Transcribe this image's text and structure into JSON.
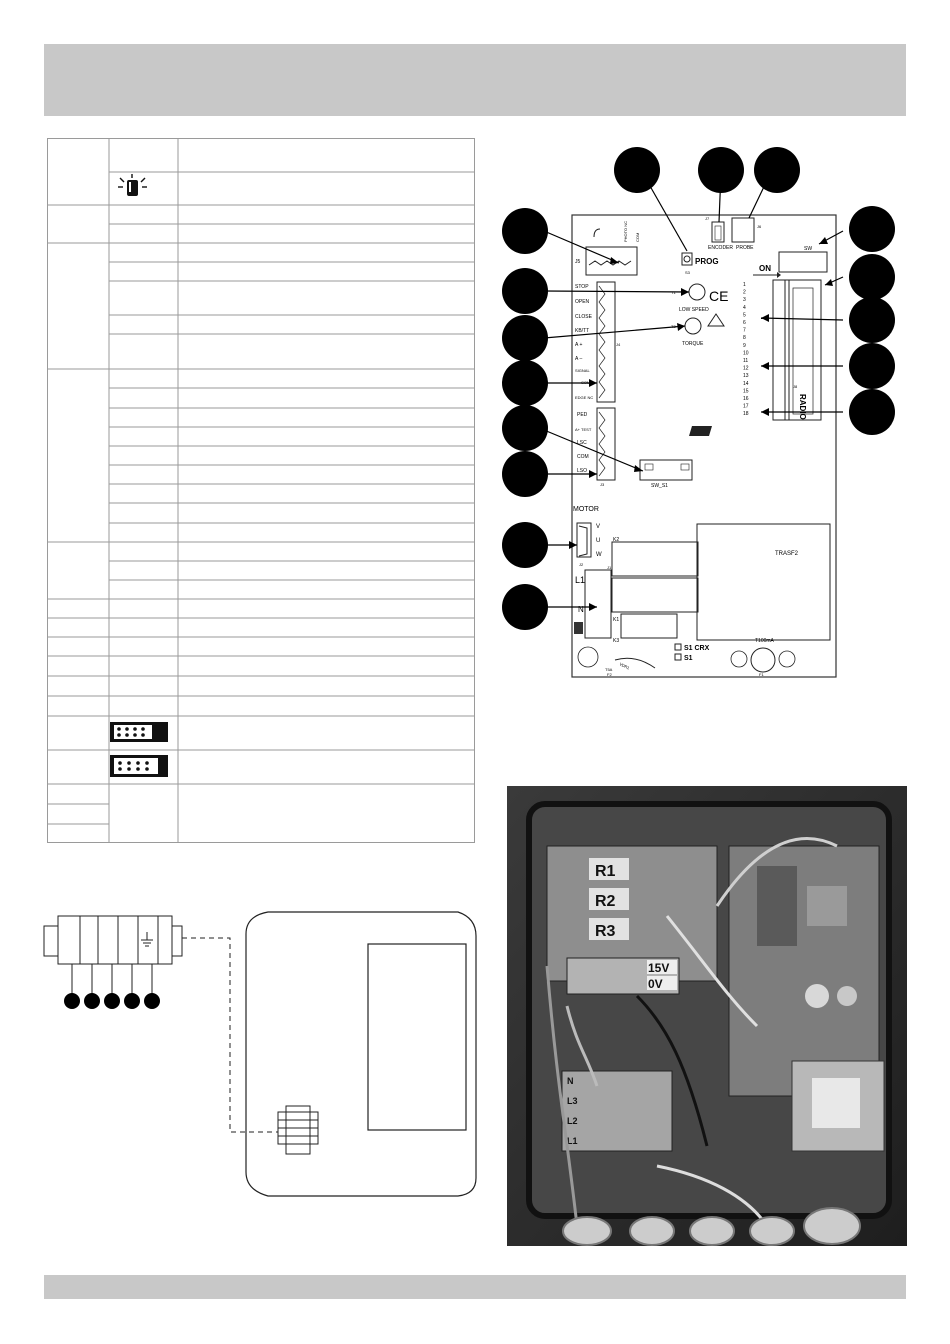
{
  "board": {
    "labels": {
      "prog": "PROG",
      "s3": "S3",
      "j7": "J7",
      "encoder": "ENCODER",
      "j6": "J6",
      "probe": "PROBE",
      "sw": "SW",
      "on": "ON",
      "j5": "J5",
      "photo_nc": "PHOTO NC",
      "com": "COM",
      "stop": "STOP",
      "open": "OPEN",
      "close": "CLOSE",
      "kbutt": "KB/TT",
      "a_plus": "A +",
      "a_minus": "A –",
      "signal": "SIGNAL",
      "com2": "COM",
      "edge_nc": "EDGE NC",
      "j4": "J4",
      "ped": "PED",
      "a_test": "A+ TEST",
      "lsc": "LSC",
      "com3": "COM",
      "lso": "LSO",
      "j3": "J3",
      "sw_s1": "SW_S1",
      "t1": "T1",
      "low_speed": "LOW SPEED",
      "t2": "T2",
      "torque": "TORQUE",
      "motor": "MOTOR",
      "v": "V",
      "u": "U",
      "w": "W",
      "j2": "J2",
      "k2": "K2",
      "j1": "J1",
      "l1": "L1",
      "n": "N",
      "k1": "K1",
      "k3": "K3",
      "trasf2": "TRASF2",
      "t100ma": "T100mA",
      "f1": "F1",
      "s1_crx": "S1 CRX",
      "s1": "S1",
      "t5a": "T5A",
      "f2": "F2",
      "vdr1": "VDR1",
      "j8": "J8",
      "radio": "RADIO",
      "ce": "CE",
      "dip_numbers": [
        "1",
        "2",
        "3",
        "4",
        "5",
        "6",
        "7",
        "8",
        "9",
        "10",
        "11",
        "12",
        "13",
        "14",
        "15",
        "16",
        "17",
        "18"
      ]
    }
  },
  "photo": {
    "relays": [
      "R1",
      "R2",
      "R3"
    ],
    "voltages": [
      "15V",
      "0V"
    ],
    "terminals": [
      "N",
      "L3",
      "L2",
      "L1"
    ]
  },
  "colors": {
    "bar": "#c8c8c8",
    "callout": "#000000",
    "border": "#9a9a9a"
  },
  "icons": {
    "lamp": "flashing-lamp-icon",
    "jumper_a": "jumper-8pin-icon",
    "jumper_b": "jumper-8pin-icon"
  }
}
